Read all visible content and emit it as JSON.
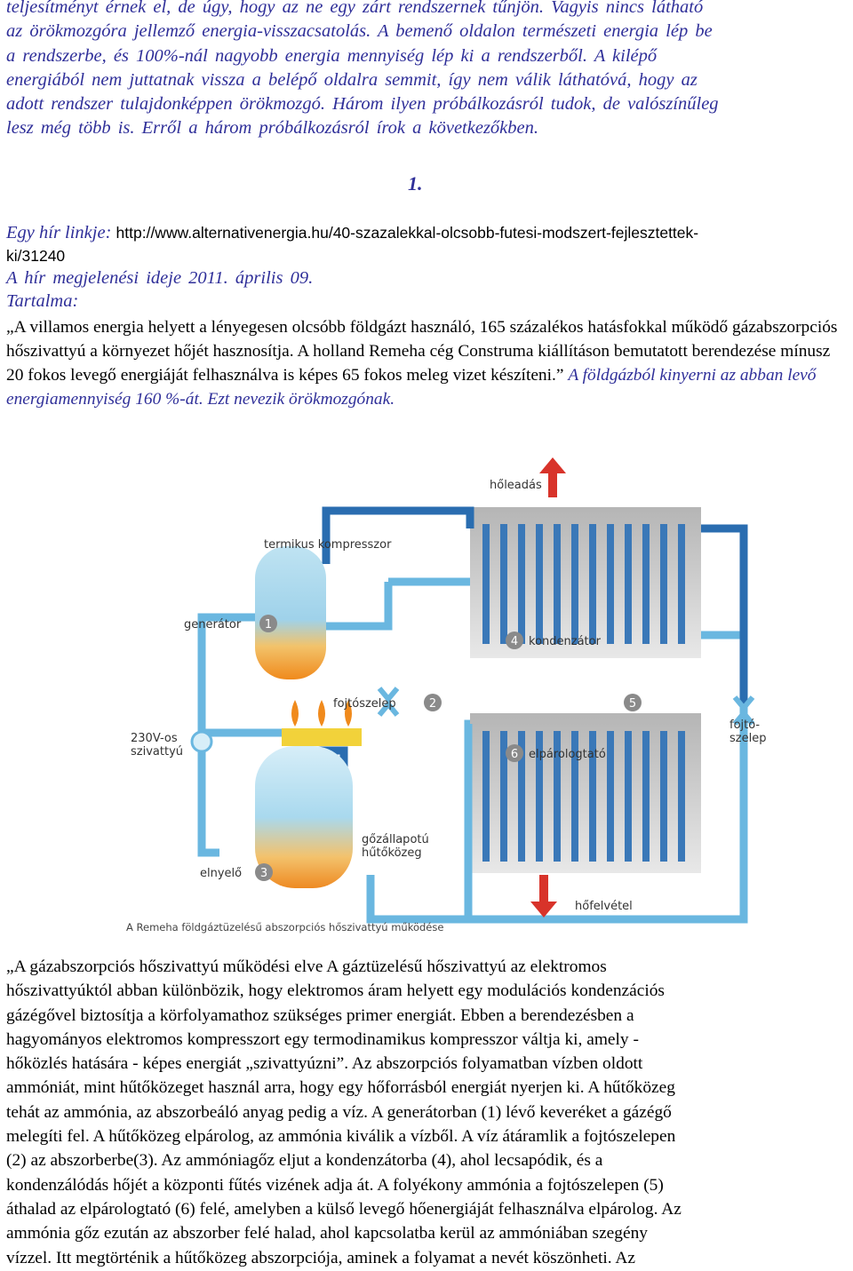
{
  "intro": {
    "lines": [
      "teljesítményt érnek el, de úgy, hogy az ne egy zárt rendszernek tűnjön. Vagyis nincs látható",
      "az örökmozgóra jellemző energia-visszacsatolás. A bemenő oldalon természeti energia lép be",
      "a rendszerbe, és 100%-nál nagyobb energia mennyiség lép ki a rendszerből. A kilépő",
      "energiából nem juttatnak vissza a belépő oldalra semmit, így nem válik láthatóvá, hogy az",
      "adott rendszer tulajdonképpen örökmozgó. Három ilyen próbálkozásról tudok, de valószínűleg",
      "lesz még több is. Erről a három próbálkozásról írok a következőkben."
    ]
  },
  "section_number": "1.",
  "link": {
    "label": "Egy hír linkje:",
    "url_part1": "http://www.alternativenergia.hu/40-szazalekkal-olcsobb-futesi-modszert-fejlesztettek-",
    "url_part2": "ki/31240"
  },
  "date_line": "A hír megjelenési ideje 2011. április 09.",
  "content_label": "Tartalma:",
  "quote1": {
    "roman": "„A villamos energia helyett a lényegesen olcsóbb földgázt használó, 165 százalékos hatásfokkal működő gázabszorpciós hőszivattyú a környezet hőjét hasznosítja. A holland Remeha cég Construma kiállításon bemutatott berendezése mínusz 20 fokos levegő energiáját felhasználva is képes 65 fokos meleg vizet készíteni.”",
    "italic": "A földgázból kinyerni az abban levő energiamennyiség 160 %-át. Ezt nevezik örökmozgónak."
  },
  "diagram": {
    "labels": {
      "holeadas": "hőleadás",
      "termikus": "termikus kompresszor",
      "generator": "generátor",
      "kondenzator": "kondenzátor",
      "fojtoszelep": "fojtószelep",
      "szivattyu1": "230V-os",
      "szivattyu2": "szivattyú",
      "fojto2a": "fojtó-",
      "fojto2b": "szelep",
      "elparologtato": "elpárologtató",
      "gozallapotu1": "gőzállapotú",
      "gozallapotu2": "hűtőközeg",
      "elnyelo": "elnyelő",
      "hofelvetel": "hőfelvétel",
      "caption": "A Remeha földgáztüzelésű abszorpciós hőszivattyú működése"
    },
    "numbers": [
      "1",
      "2",
      "3",
      "4",
      "5",
      "6"
    ],
    "colors": {
      "hot": "#2a6db0",
      "cold": "#6ab7e0",
      "badge": "#8a8a8a",
      "arrow": "#d8332a",
      "flame": "#f08a1c"
    }
  },
  "quote2": {
    "lines": [
      "„A gázabszorpciós hőszivattyú működési elve A gáztüzelésű hőszivattyú az elektromos",
      "hőszivattyúktól abban különbözik, hogy elektromos áram helyett egy modulációs kondenzációs",
      "gázégővel biztosítja a körfolyamathoz szükséges primer energiát. Ebben a berendezésben a",
      "hagyományos elektromos kompresszort egy termodinamikus kompresszor váltja ki, amely -",
      "hőközlés hatására - képes energiát „szivattyúzni”. Az abszorpciós folyamatban vízben oldott",
      "ammóniát, mint hűtőközeget használ arra, hogy egy hőforrásból energiát nyerjen ki. A hűtőközeg",
      "tehát az ammónia, az abszorbeáló anyag pedig a víz. A generátorban (1) lévő keveréket a gázégő",
      "melegíti fel. A hűtőközeg elpárolog, az ammónia kiválik a vízből. A víz átáramlik a fojtószelepen",
      "(2) az abszorberbe(3). Az ammóniagőz eljut a kondenzátorba (4), ahol lecsapódik, és a",
      "kondenzálódás hőjét a központi fűtés vizének adja át. A folyékony ammónia a fojtószelepen (5)",
      "áthalad az elpárologtató (6) felé, amelyben a külső levegő hőenergiáját felhasználva elpárolog. Az",
      "ammónia gőz ezután az abszorber felé halad, ahol kapcsolatba kerül az ammóniában szegény",
      "vízzel. Itt megtörténik a hűtőközeg abszorpciója, aminek a folyamat a nevét köszönheti. Az"
    ]
  }
}
